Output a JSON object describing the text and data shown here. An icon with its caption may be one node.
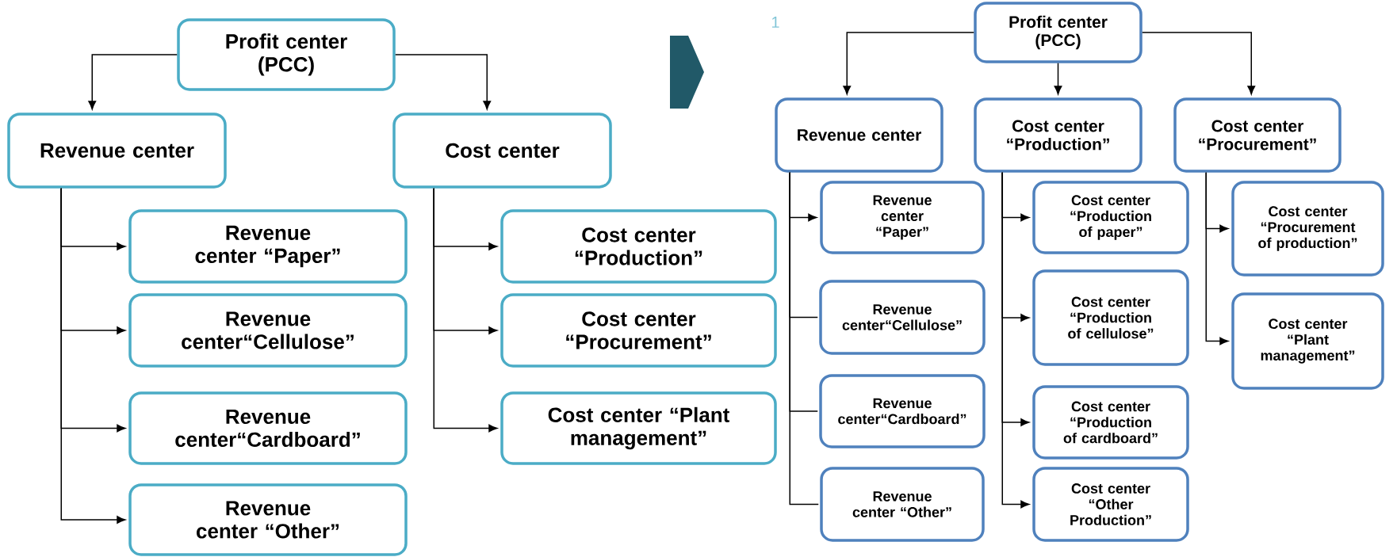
{
  "diagram": {
    "nodes": [
      {
        "text": [
          "Profit center (PCC)"
        ]
      },
      {
        "text": [
          "Revenue center"
        ]
      },
      {
        "text": [
          "Cost center"
        ]
      },
      {
        "text": [
          "Revenue center “Paper”"
        ]
      },
      {
        "text": [
          "Revenue center“Cellulose”"
        ]
      },
      {
        "text": [
          "Revenue center“Cardboard”"
        ]
      },
      {
        "text": [
          "Revenue center “Other”"
        ]
      },
      {
        "text": [
          "Cost center “Production”"
        ]
      },
      {
        "text": [
          "Cost center “Procurement”"
        ]
      },
      {
        "text": [
          "Cost center “Plant management”"
        ]
      },
      {
        "text": [
          "Profit center (PCC)"
        ]
      },
      {
        "text": [
          "Revenue center"
        ]
      },
      {
        "text": [
          "Cost center “Production”"
        ]
      },
      {
        "text": [
          "Cost center “Procurement”"
        ]
      },
      {
        "text": [
          "Revenue center “Paper”"
        ]
      },
      {
        "text": [
          "Revenue center“Cellulose”"
        ]
      },
      {
        "text": [
          "Revenue center“Cardboard”"
        ]
      },
      {
        "text": [
          "Revenue center “Other”"
        ]
      },
      {
        "text": [
          "Cost center “Production of paper”"
        ]
      },
      {
        "text": [
          "Cost center “Production of cellulose”"
        ]
      },
      {
        "text": [
          "Cost center “Production of cardboard”"
        ]
      },
      {
        "text": [
          "Cost center “Other Production”"
        ]
      },
      {
        "text": [
          "Cost center “Procurement of production”"
        ]
      },
      {
        "text": [
          "Cost center “Plant management”"
        ]
      }
    ],
    "edges": [
      {
        "from": 0,
        "to": 1,
        "arrow": "to"
      },
      {
        "from": 0,
        "to": 2,
        "arrow": "to"
      },
      {
        "from": 1,
        "to": 3,
        "arrow": "to"
      },
      {
        "from": 1,
        "to": 4,
        "arrow": "to"
      },
      {
        "from": 1,
        "to": 5,
        "arrow": "to"
      },
      {
        "from": 1,
        "to": 6,
        "arrow": "to"
      },
      {
        "from": 2,
        "to": 7,
        "arrow": "to"
      },
      {
        "from": 2,
        "to": 8,
        "arrow": "to"
      },
      {
        "from": 2,
        "to": 9,
        "arrow": "to"
      },
      {
        "from": 10,
        "to": 11,
        "arrow": "to"
      },
      {
        "from": 10,
        "to": 12,
        "arrow": "to"
      },
      {
        "from": 10,
        "to": 13,
        "arrow": "to"
      },
      {
        "from": 11,
        "to": 14,
        "arrow": "to"
      },
      {
        "from": 11,
        "to": 15,
        "arrow": "none"
      },
      {
        "from": 11,
        "to": 16,
        "arrow": "none"
      },
      {
        "from": 11,
        "to": 17,
        "arrow": "none"
      },
      {
        "from": 12,
        "to": 18,
        "arrow": "to"
      },
      {
        "from": 12,
        "to": 19,
        "arrow": "to"
      },
      {
        "from": 12,
        "to": 20,
        "arrow": "to"
      },
      {
        "from": 12,
        "to": 21,
        "arrow": "to"
      },
      {
        "from": 13,
        "to": 22,
        "arrow": "to"
      },
      {
        "from": 13,
        "to": 23,
        "arrow": "to"
      }
    ],
    "labels": [
      "1"
    ]
  }
}
